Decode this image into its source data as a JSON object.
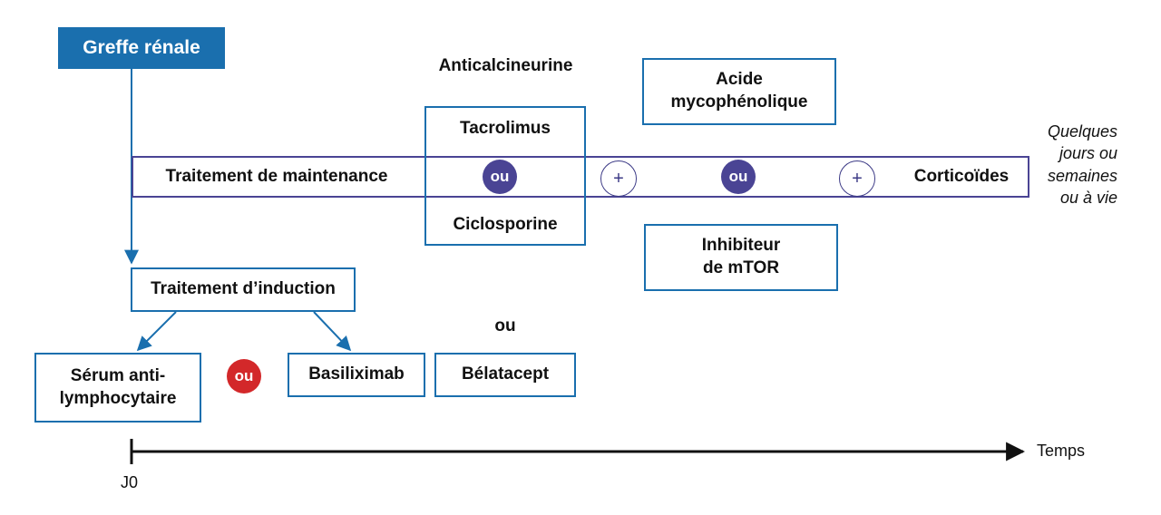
{
  "greffe": {
    "label": "Greffe rénale"
  },
  "anticalcineurine": {
    "title": "Anticalcineurine",
    "top": "Tacrolimus",
    "bottom": "Ciclosporine"
  },
  "maintenance": {
    "label": "Traitement de maintenance",
    "corticoides": "Corticoïdes"
  },
  "antiproliferatif": {
    "top": "Acide\nmycophénolique",
    "bottom": "Inhibiteur\nde mTOR"
  },
  "connectors": {
    "ou": "ou",
    "plus": "+"
  },
  "duration_note": "Quelques\njours ou\nsemaines\nou à vie",
  "induction": {
    "label": "Traitement d’induction",
    "left": "Sérum anti-\nlymphocytaire",
    "right": "Basiliximab"
  },
  "alternative": {
    "ou": "ou",
    "label": "Bélatacept"
  },
  "axis": {
    "start": "J0",
    "end": "Temps"
  },
  "colors": {
    "blue": "#1a6fae",
    "purple": "#4a4494",
    "red": "#d3282a"
  }
}
